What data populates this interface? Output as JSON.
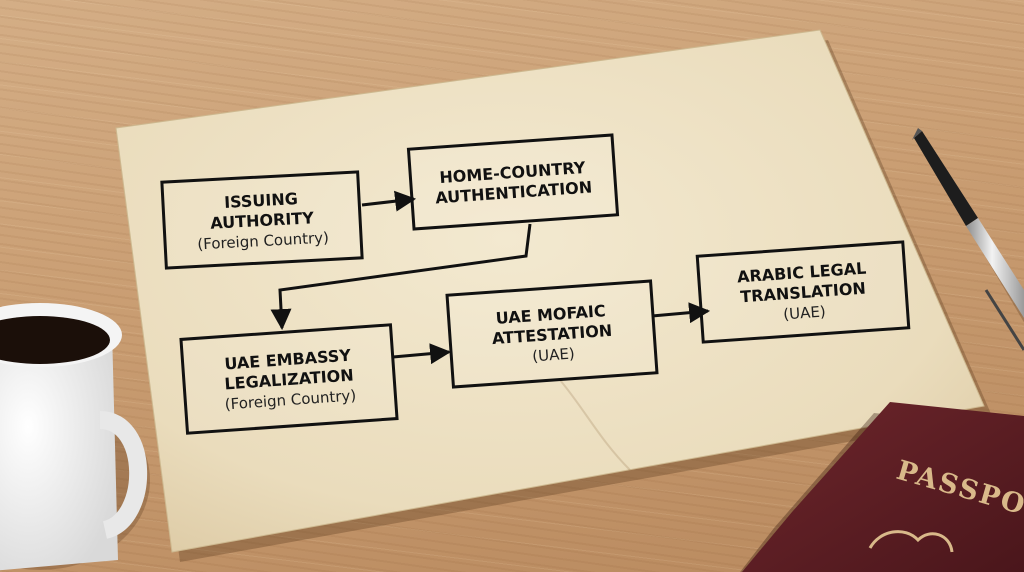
{
  "diagram": {
    "boxes": [
      {
        "id": "issuing-authority",
        "lines": [
          "ISSUING",
          "AUTHORITY"
        ],
        "sub": "(Foreign Country)"
      },
      {
        "id": "home-country-authentication",
        "lines": [
          "HOME-COUNTRY",
          "AUTHENTICATION"
        ],
        "sub": ""
      },
      {
        "id": "uae-embassy-legalization",
        "lines": [
          "UAE EMBASSY",
          "LEGALIZATION"
        ],
        "sub": "(Foreign Country)"
      },
      {
        "id": "uae-mofaic-attestation",
        "lines": [
          "UAE MOFAIC",
          "ATTESTATION"
        ],
        "sub": "(UAE)"
      },
      {
        "id": "arabic-legal-translation",
        "lines": [
          "ARABIC LEGAL",
          "TRANSLATION"
        ],
        "sub": "(UAE)"
      }
    ],
    "edges": [
      {
        "from": "issuing-authority",
        "to": "home-country-authentication"
      },
      {
        "from": "home-country-authentication",
        "to": "uae-embassy-legalization"
      },
      {
        "from": "uae-embassy-legalization",
        "to": "uae-mofaic-attestation"
      },
      {
        "from": "uae-mofaic-attestation",
        "to": "arabic-legal-translation"
      }
    ]
  },
  "props": {
    "passport_label": "PASSPO",
    "colors": {
      "paper": "#efe3c6",
      "passport": "#5e1f24",
      "passport_text": "#d9b98a",
      "ink": "#111111"
    }
  }
}
